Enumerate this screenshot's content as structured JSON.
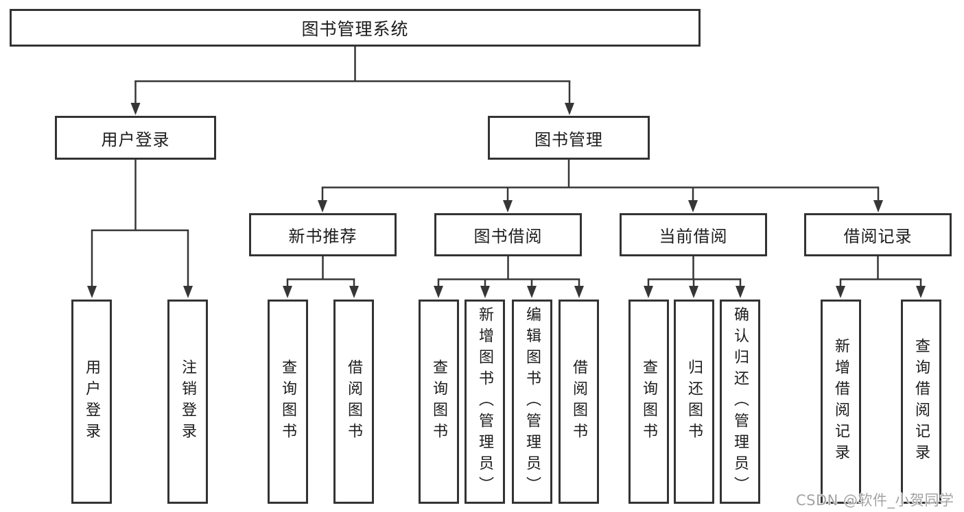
{
  "diagram": {
    "title_node": {
      "label": "图书管理系统"
    },
    "level1": [
      {
        "label": "用户登录",
        "parent": "图书管理系统"
      },
      {
        "label": "图书管理",
        "parent": "图书管理系统"
      }
    ],
    "level2": [
      {
        "label": "新书推荐",
        "parent": "图书管理"
      },
      {
        "label": "图书借阅",
        "parent": "图书管理"
      },
      {
        "label": "当前借阅",
        "parent": "图书管理"
      },
      {
        "label": "借阅记录",
        "parent": "图书管理"
      }
    ],
    "leaves": [
      {
        "label": "用户登录",
        "parent": "用户登录"
      },
      {
        "label": "注销登录",
        "parent": "用户登录"
      },
      {
        "label": "查询图书",
        "parent": "新书推荐"
      },
      {
        "label": "借阅图书",
        "parent": "新书推荐"
      },
      {
        "label": "查询图书",
        "parent": "图书借阅"
      },
      {
        "label": "新增图书（管理员）",
        "parent": "图书借阅"
      },
      {
        "label": "编辑图书（管理员）",
        "parent": "图书借阅"
      },
      {
        "label": "借阅图书",
        "parent": "图书借阅"
      },
      {
        "label": "查询图书",
        "parent": "当前借阅"
      },
      {
        "label": "归还图书",
        "parent": "当前借阅"
      },
      {
        "label": "确认归还（管理员）",
        "parent": "当前借阅"
      },
      {
        "label": "新增借阅记录",
        "parent": "借阅记录"
      },
      {
        "label": "查询借阅记录",
        "parent": "借阅记录"
      }
    ]
  },
  "watermark": {
    "text": "CSDN @软件_小贺同学"
  },
  "colors": {
    "background": "#ffffff",
    "line": "#363636",
    "box_border": "#333333",
    "box_fill": "#ffffff",
    "text": "#1c1c1c",
    "watermark": "#9b9b9b"
  }
}
